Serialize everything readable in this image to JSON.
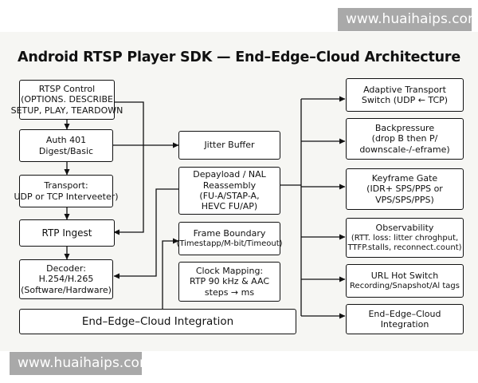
{
  "watermark": "www.huaihaips.com",
  "title": "Android RTSP Player SDK — End–Edge–Cloud Architecture",
  "boxes": {
    "rtsp_control": [
      "RTSP Control",
      "(OPTIONS. DESCRIBE",
      "SETUP, PLAY, TEARDOWN"
    ],
    "auth": [
      "Auth 401",
      "Digest/Basic"
    ],
    "transport": [
      "Transport:",
      "UDP or TCP Interveeter)"
    ],
    "rtp_ingest": [
      "RTP Ingest"
    ],
    "decoder": [
      "Decoder:",
      "H.254/H.265",
      "(Software/Hardware)"
    ],
    "jitter_buffer": [
      "Jitter Buffer"
    ],
    "depayload": [
      "Depayload / NAL",
      "Reassembly",
      "(FU-A/STAP-A,",
      "HEVC FU/AP)"
    ],
    "frame_boundary": [
      "Frame Boundary",
      "(Timestapp/M-bit/Timeout)"
    ],
    "clock_mapping": [
      "Clock Mapping:",
      "RTP 90 kHz & AAC",
      "steps → ms"
    ],
    "integration": [
      "End–Edge–Cloud Integration"
    ],
    "adaptive_transport": [
      "Adaptive Transport",
      "Switch (UDP ← TCP)"
    ],
    "backpressure": [
      "Backpressure",
      "(drop B then P/",
      "downscale-/-eframe)"
    ],
    "keyframe_gate": [
      "Keyframe Gate",
      "(IDR+ SPS/PPS or",
      "VPS/SPS/PPS)"
    ],
    "observability": [
      "Observability",
      "(RTT. loss: litter chroghput,",
      "TTFP.stalls, reconnect.count)"
    ],
    "url_hot_switch": [
      "URL Hot Switch",
      "Recording/Snapshot/Al tags"
    ],
    "edge_cloud_integration": [
      "End–Edge–Cloud",
      "Integration"
    ]
  }
}
